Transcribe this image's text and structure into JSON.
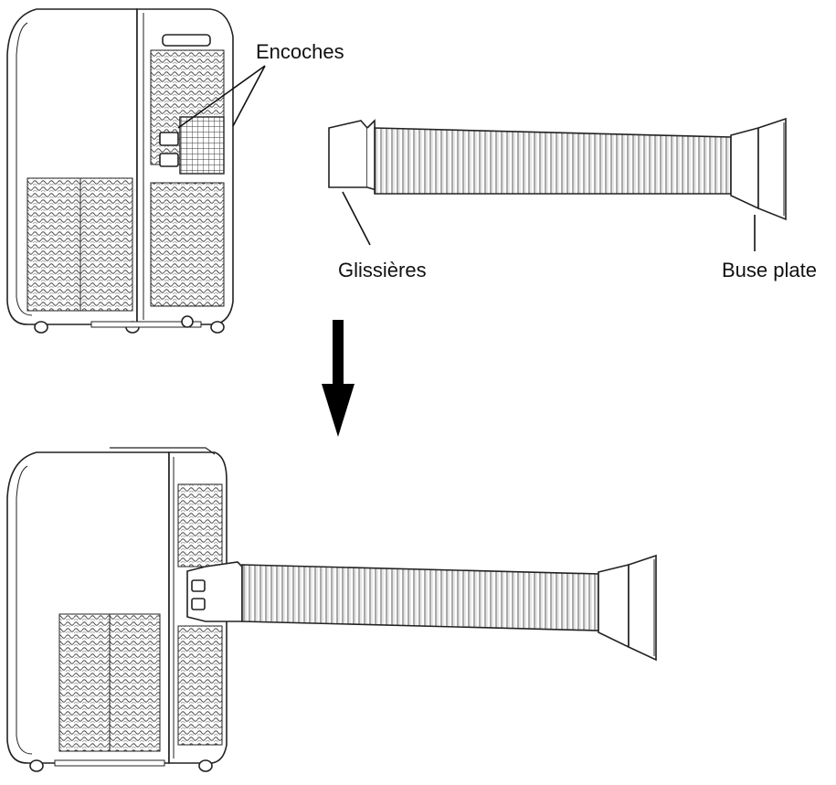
{
  "labels": {
    "encoches": "Encoches",
    "glissieres": "Glissières",
    "buse_plate": "Buse plate"
  },
  "colors": {
    "line": "#222222",
    "fill": "#ffffff",
    "arrow": "#000000"
  }
}
